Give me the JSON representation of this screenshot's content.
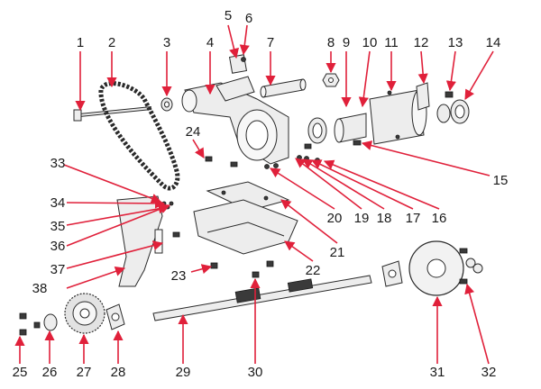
{
  "diagram": {
    "labels": [
      "1",
      "2",
      "3",
      "4",
      "5",
      "6",
      "7",
      "8",
      "9",
      "10",
      "11",
      "12",
      "13",
      "14",
      "15",
      "16",
      "17",
      "18",
      "19",
      "20",
      "21",
      "22",
      "23",
      "24",
      "25",
      "26",
      "27",
      "28",
      "29",
      "30",
      "31",
      "32",
      "33",
      "34",
      "35",
      "36",
      "37",
      "38"
    ],
    "colors": {
      "leader": "#e0203a",
      "outline": "#2a2a2a",
      "fill": "#ededed",
      "dark": "#3a3a3a"
    }
  }
}
